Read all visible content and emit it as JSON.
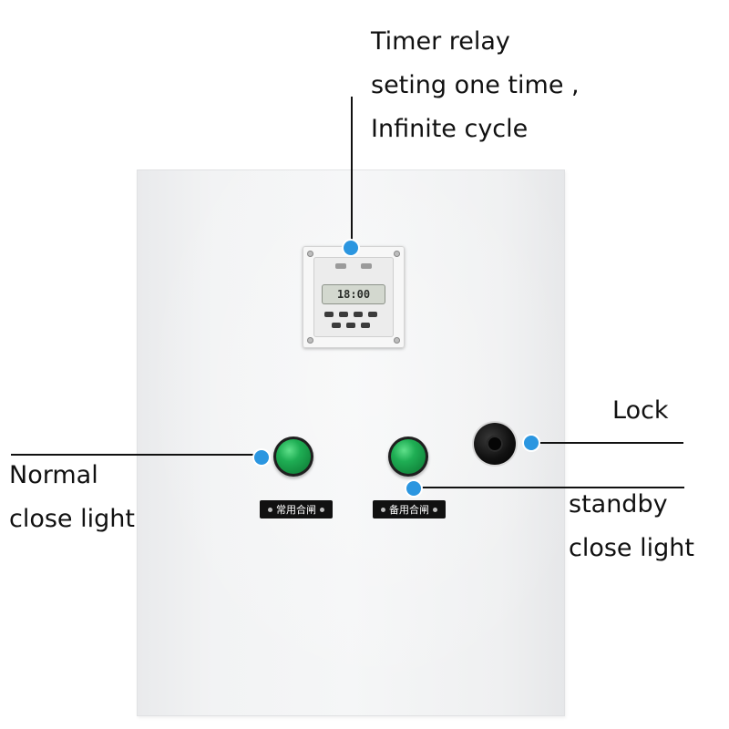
{
  "annotations": {
    "timer": {
      "line1": "Timer relay",
      "line2": "seting one time ,",
      "line3": "Infinite cycle"
    },
    "lock": {
      "text": "Lock"
    },
    "normal": {
      "line1": "Normal",
      "line2": "close light"
    },
    "standby": {
      "line1": "standby",
      "line2": "close light"
    }
  },
  "device": {
    "timer_display": "18:00",
    "normal_plate": "常用合闸",
    "standby_plate": "备用合闸"
  },
  "colors": {
    "marker": "#2b96e0",
    "light": "#1fae54",
    "cabinet": "#f2f3f4"
  }
}
